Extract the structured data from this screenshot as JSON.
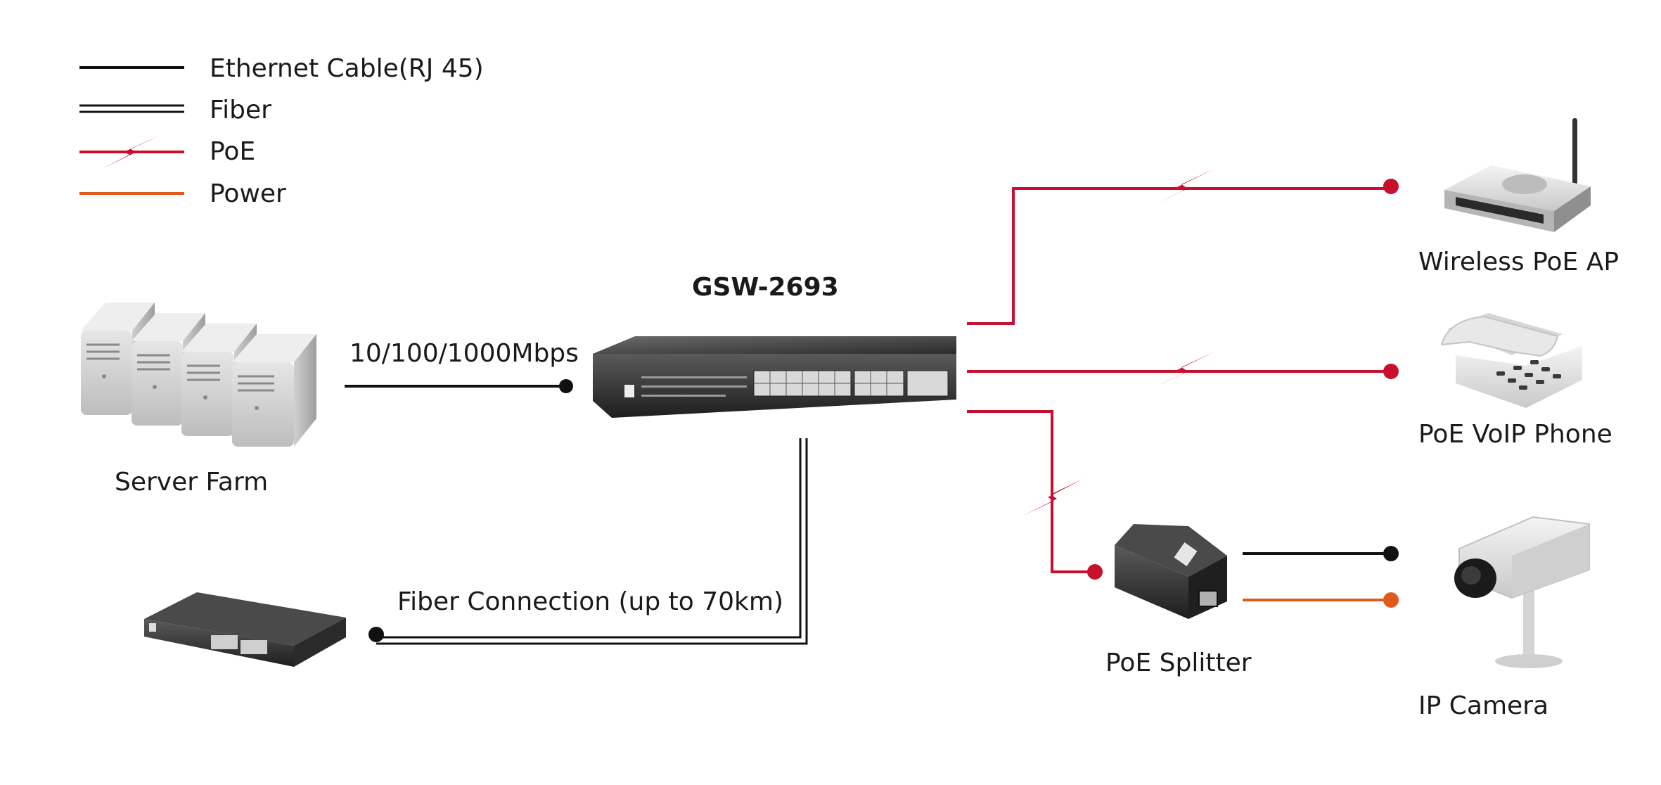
{
  "legend": {
    "ethernet": "Ethernet Cable(RJ 45)",
    "fiber": "Fiber",
    "poe": "PoE",
    "power": "Power"
  },
  "switch": {
    "model": "GSW-2693"
  },
  "links": {
    "server_speed": "10/100/1000Mbps",
    "fiber_connection": "Fiber Connection (up to 70km)"
  },
  "devices": {
    "server_farm": "Server Farm",
    "wireless_ap": "Wireless PoE AP",
    "voip_phone": "PoE VoIP Phone",
    "poe_splitter": "PoE Splitter",
    "ip_camera": "IP Camera"
  },
  "colors": {
    "ethernet": "#111111",
    "poe": "#c8102e",
    "power": "#e05a1e",
    "fiber": "#111111"
  }
}
